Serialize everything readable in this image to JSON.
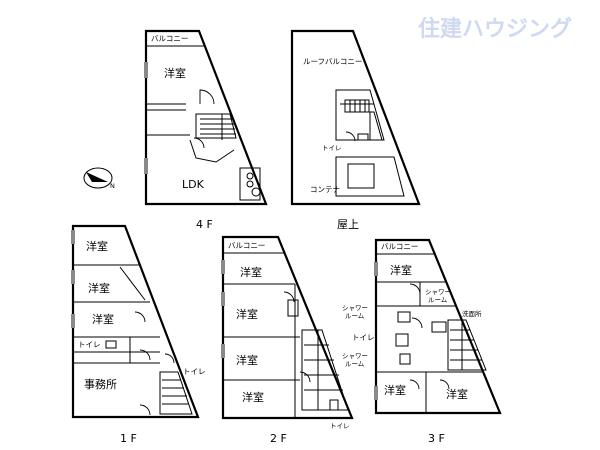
{
  "brand": {
    "logo_text": "住建ハウジング",
    "color": "#cfd9ef"
  },
  "plan_4f": {
    "floor_label": "4 F",
    "balcony": "バルコニー",
    "room_upper": "洋室",
    "room_ldk": "LDK"
  },
  "plan_roof": {
    "floor_label": "屋上",
    "roof_balcony": "ルーフバルコニー",
    "toilet": "トイレ",
    "container": "コンテナ"
  },
  "plan_1f": {
    "floor_label": "1 F",
    "rooms": [
      "洋室",
      "洋室",
      "洋室"
    ],
    "toilet": "トイレ",
    "office": "事務所",
    "toilet_side": "トイレ"
  },
  "plan_2f": {
    "floor_label": "2 F",
    "balcony": "バルコニー",
    "rooms": [
      "洋室",
      "洋室",
      "洋室",
      "洋室"
    ],
    "toilet_bottom": "トイレ"
  },
  "plan_3f": {
    "floor_label": "3 F",
    "balcony": "バルコニー",
    "room_top": "洋室",
    "shower_room_right_a": "シャワー",
    "shower_room_right_b": "ルーム",
    "shower_room_left1_a": "シャワー",
    "shower_room_left1_b": "ルーム",
    "washroom": "洗面所",
    "toilet": "トイレ",
    "shower_room_left2_a": "シャワー",
    "shower_room_left2_b": "ルーム",
    "room_bottom_left": "洋室",
    "room_bottom_right": "洋室"
  }
}
